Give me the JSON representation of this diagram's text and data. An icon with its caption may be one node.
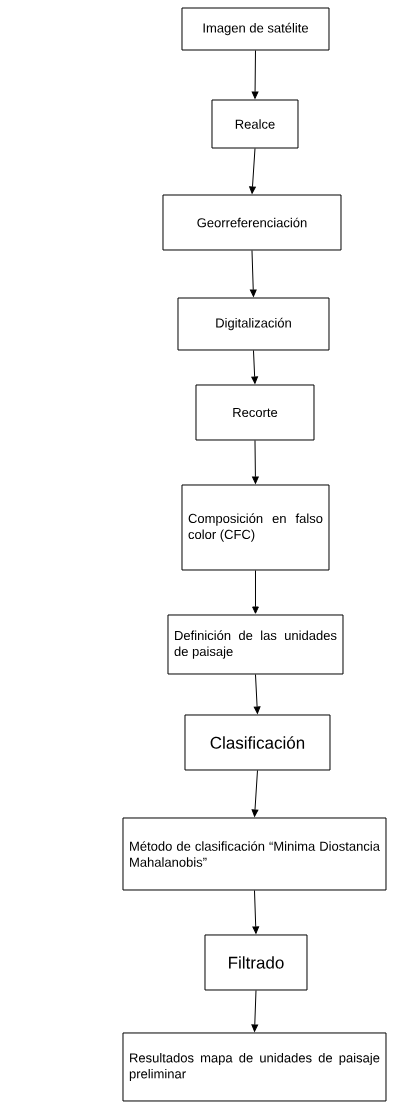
{
  "diagram": {
    "nodes": [
      {
        "text": [
          "Imagen de satélite"
        ]
      },
      {
        "text": [
          "Realce"
        ]
      },
      {
        "text": [
          "Georreferenciación"
        ]
      },
      {
        "text": [
          "Digitalización"
        ]
      },
      {
        "text": [
          "Recorte"
        ]
      },
      {
        "text": [
          "Composición en falso color (CFC)"
        ]
      },
      {
        "text": [
          "Definición de las unidades de paisaje"
        ]
      },
      {
        "text": [
          "Clasificación"
        ]
      },
      {
        "text": [
          "Método de clasificación “Minima Diostancia Mahalanobis”"
        ]
      },
      {
        "text": [
          "Filtrado"
        ]
      },
      {
        "text": [
          "Resultados mapa de unidades de paisaje preliminar"
        ]
      }
    ],
    "edges": [
      {
        "from": 0,
        "to": 1,
        "arrow": "to"
      },
      {
        "from": 1,
        "to": 2,
        "arrow": "to"
      },
      {
        "from": 2,
        "to": 3,
        "arrow": "to"
      },
      {
        "from": 3,
        "to": 4,
        "arrow": "to"
      },
      {
        "from": 4,
        "to": 5,
        "arrow": "to"
      },
      {
        "from": 5,
        "to": 6,
        "arrow": "to"
      },
      {
        "from": 6,
        "to": 7,
        "arrow": "to"
      },
      {
        "from": 7,
        "to": 8,
        "arrow": "to"
      },
      {
        "from": 8,
        "to": 9,
        "arrow": "to"
      },
      {
        "from": 9,
        "to": 10,
        "arrow": "to"
      }
    ]
  }
}
